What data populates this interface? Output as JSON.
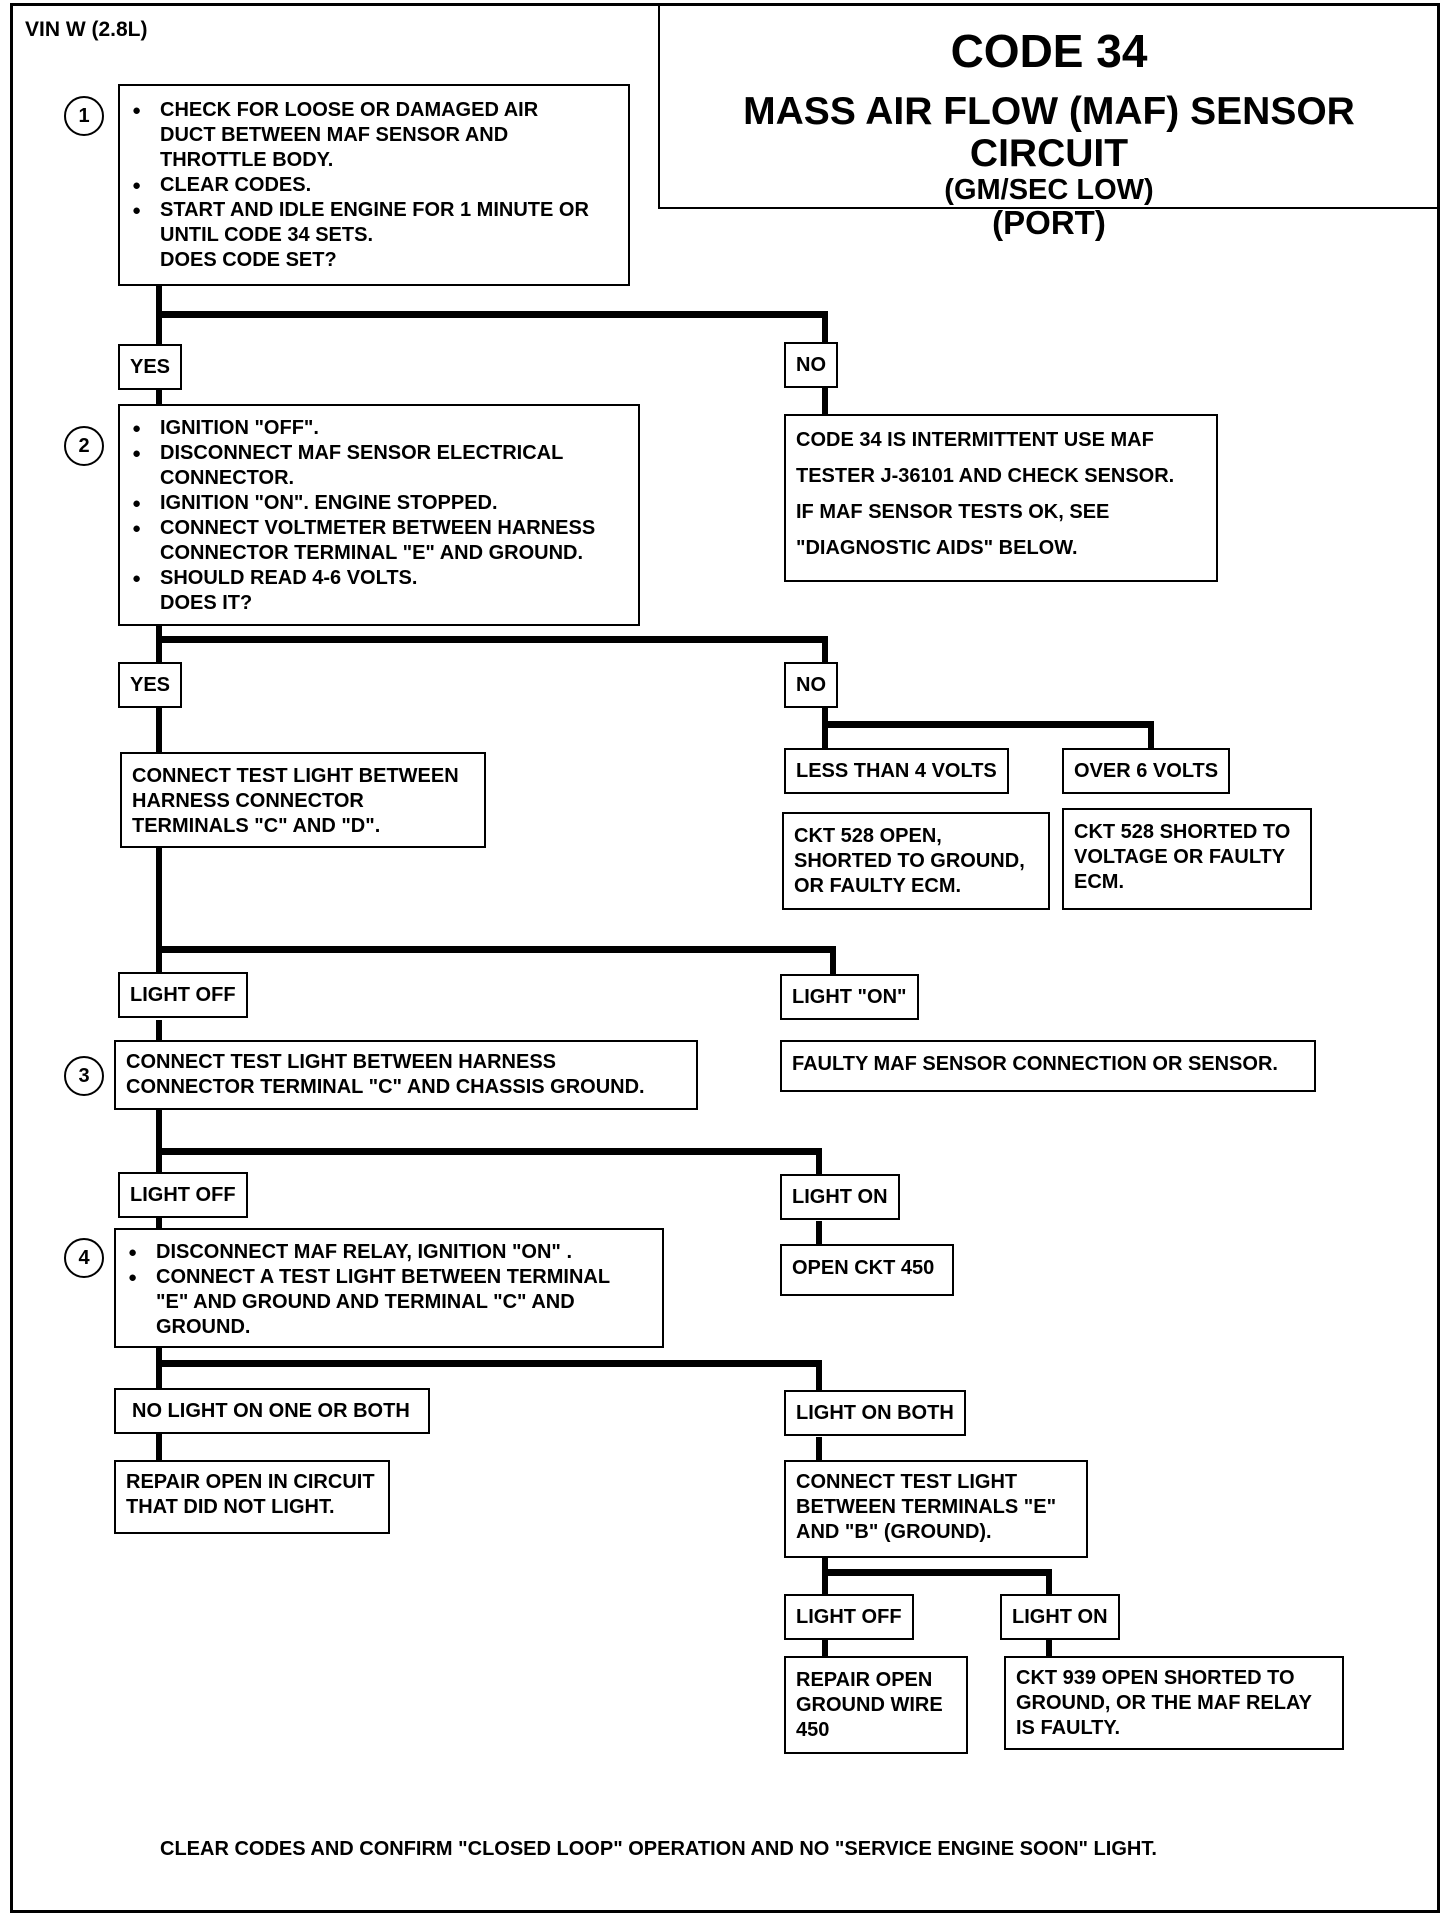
{
  "header": {
    "vin": "VIN W (2.8L)",
    "code": "CODE 34",
    "title": "MASS AIR FLOW (MAF) SENSOR CIRCUIT",
    "subtitle1": "(GM/SEC LOW)",
    "subtitle2": "(PORT)"
  },
  "steps": {
    "s1": {
      "num": "1",
      "items": [
        [
          "CHECK FOR LOOSE OR DAMAGED AIR",
          "DUCT BETWEEN MAF SENSOR AND",
          "THROTTLE BODY."
        ],
        [
          "CLEAR CODES."
        ],
        [
          "START AND IDLE ENGINE FOR 1 MINUTE OR",
          "UNTIL CODE 34 SETS.",
          "DOES CODE SET?"
        ]
      ]
    },
    "s2": {
      "num": "2",
      "items": [
        [
          "IGNITION \"OFF\"."
        ],
        [
          "DISCONNECT MAF SENSOR ELECTRICAL",
          "CONNECTOR."
        ],
        [
          "IGNITION \"ON\". ENGINE STOPPED."
        ],
        [
          "CONNECT VOLTMETER BETWEEN HARNESS",
          "CONNECTOR TERMINAL \"E\" AND GROUND."
        ],
        [
          "SHOULD READ 4-6 VOLTS.",
          "DOES IT?"
        ]
      ]
    },
    "s3": {
      "num": "3",
      "lines": [
        "CONNECT TEST LIGHT BETWEEN HARNESS",
        "CONNECTOR TERMINAL \"C\" AND CHASSIS GROUND."
      ]
    },
    "s4": {
      "num": "4",
      "items": [
        [
          "DISCONNECT MAF RELAY, IGNITION \"ON\" ."
        ],
        [
          "CONNECT A TEST LIGHT BETWEEN TERMINAL",
          "\"E\"  AND GROUND  AND TERMINAL \"C\" AND",
          "GROUND."
        ]
      ]
    }
  },
  "labels": {
    "yes1": "YES",
    "no1": "NO",
    "yes2": "YES",
    "no2": "NO",
    "less4": "LESS THAN 4 VOLTS",
    "over6": "OVER 6 VOLTS",
    "lightoff1": "LIGHT OFF",
    "lighton1": "LIGHT \"ON\"",
    "lightoff2": "LIGHT OFF",
    "lighton2": "LIGHT ON",
    "nolight": "NO LIGHT ON ONE OR BOTH",
    "lightboth": "LIGHT ON BOTH",
    "lightoff3": "LIGHT OFF",
    "lighton3": "LIGHT ON"
  },
  "results": {
    "intermittent": [
      "CODE 34 IS INTERMITTENT  USE  MAF",
      "TESTER J-36101  AND CHECK SENSOR.",
      "IF  MAF  SENSOR TESTS OK, SEE",
      "\"DIAGNOSTIC AIDS\" BELOW."
    ],
    "testlight_cd": [
      "CONNECT TEST LIGHT BETWEEN",
      "HARNESS CONNECTOR",
      "TERMINALS \"C\" AND \"D\"."
    ],
    "ckt528_open": [
      "CKT 528 OPEN,",
      "SHORTED TO GROUND,",
      "OR FAULTY ECM."
    ],
    "ckt528_short": [
      "CKT 528 SHORTED TO",
      "VOLTAGE OR FAULTY",
      "ECM."
    ],
    "faulty_maf": [
      "FAULTY MAF SENSOR CONNECTION OR SENSOR."
    ],
    "open450": [
      "OPEN CKT 450"
    ],
    "repair_open": [
      "REPAIR OPEN IN CIRCUIT",
      "THAT DID NOT LIGHT."
    ],
    "testlight_eb": [
      "CONNECT TEST LIGHT",
      "BETWEEN TERMINALS \"E\"",
      "AND  \"B\" (GROUND)."
    ],
    "repair_ground": [
      "REPAIR OPEN",
      "GROUND WIRE",
      "450"
    ],
    "ckt939": [
      "CKT 939 OPEN SHORTED TO",
      "GROUND, OR THE MAF  RELAY",
      "IS FAULTY."
    ]
  },
  "footer": "CLEAR CODES AND CONFIRM \"CLOSED LOOP\"  OPERATION AND NO \"SERVICE ENGINE SOON\" LIGHT."
}
